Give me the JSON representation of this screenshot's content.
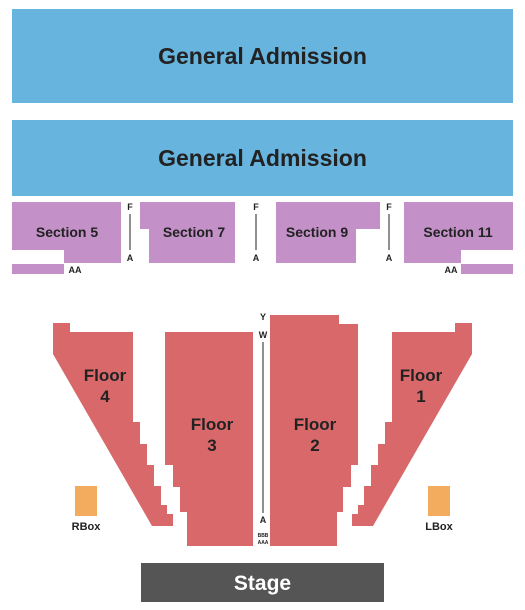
{
  "colors": {
    "general_admission": "#67b4df",
    "section": "#c390c7",
    "floor": "#d9686a",
    "box": "#f3ab5d",
    "stage": "#555555",
    "aisle_line": "#222222"
  },
  "general_admission": {
    "upper_label": "General Admission",
    "lower_label": "General Admission"
  },
  "sections": [
    {
      "label": "Section 5"
    },
    {
      "label": "Section 7"
    },
    {
      "label": "Section 9"
    },
    {
      "label": "Section 11"
    }
  ],
  "section_row_markers": {
    "left_aa": "AA",
    "right_aa": "AA",
    "aisle_1_top": "F",
    "aisle_1_bottom": "A",
    "aisle_2_top": "F",
    "aisle_2_bottom": "A",
    "aisle_3_top": "F",
    "aisle_3_bottom": "A"
  },
  "floors": [
    {
      "line1": "Floor",
      "line2": "4"
    },
    {
      "line1": "Floor",
      "line2": "3"
    },
    {
      "line1": "Floor",
      "line2": "2"
    },
    {
      "line1": "Floor",
      "line2": "1"
    }
  ],
  "center_aisle": {
    "top_y": "Y",
    "top_w": "W",
    "bottom_a": "A",
    "bottom_bbb": "BBB",
    "bottom_aaa": "AAA"
  },
  "boxes": {
    "left_label": "RBox",
    "right_label": "LBox"
  },
  "stage": {
    "label": "Stage"
  }
}
